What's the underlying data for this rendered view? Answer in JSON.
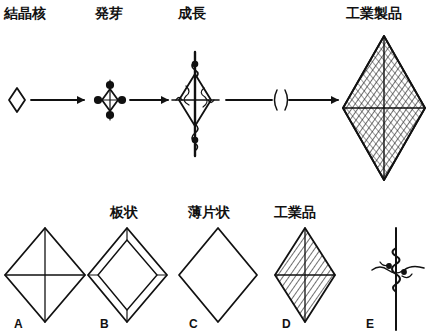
{
  "diagram": {
    "labels": [
      "結晶核",
      "発芽",
      "成長",
      "工業製品",
      "板状",
      "薄片状",
      "工業品",
      "A",
      "B",
      "C",
      "D",
      "E"
    ]
  }
}
